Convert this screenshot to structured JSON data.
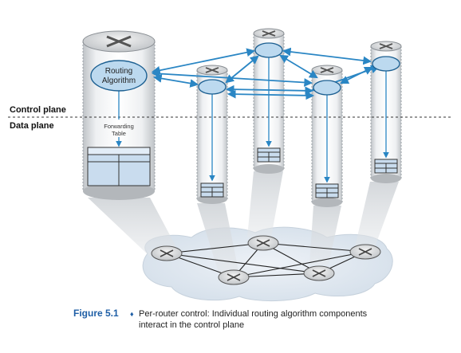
{
  "planes": {
    "control": "Control plane",
    "data": "Data plane"
  },
  "routing_label": [
    "Routing",
    "Algorithm"
  ],
  "forwarding_label": [
    "Forwarding",
    "Table"
  ],
  "caption": {
    "figure_number": "Figure 5.1",
    "bullet": "♦",
    "line1": "Per-router control: Individual routing algorithm components",
    "line2": "interact in the control plane"
  },
  "colors": {
    "arrow": "#2a86c4",
    "node_fill": "#bcd9ef",
    "table_fill": "#c9dcee",
    "figure_title": "#1f5fa6",
    "cloud": "#dde6ef"
  }
}
